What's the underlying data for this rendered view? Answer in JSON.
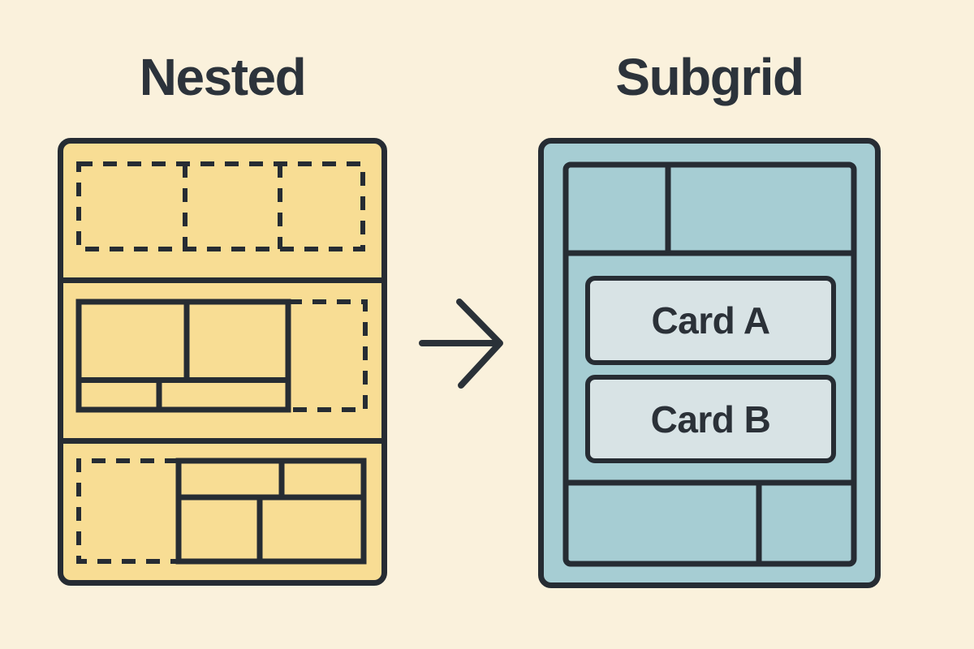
{
  "diagram": {
    "kind": "css-grid-comparison",
    "arrow_direction": "right",
    "colors": {
      "background": "#faf1dc",
      "outline": "#262c33",
      "text": "#2c333b",
      "nested_panel_fill": "#f8dd94",
      "subgrid_panel_fill": "#a6cdd3",
      "card_fill": "#d8e3e5"
    }
  },
  "nested_panel": {
    "title": "Nested",
    "rows": 3,
    "row_1": "one dashed track rectangle split into 3 dashed cells",
    "row_2": "solid 2x2 grid (left) plus dashed empty cell (right)",
    "row_3": "dashed empty cell (left) plus solid 2x2 grid (right)"
  },
  "subgrid_panel": {
    "title": "Subgrid",
    "rows": 3,
    "row_1": "two solid cells, narrow left / wide right",
    "row_3": "two solid cells, wide left / narrow right",
    "cards": [
      {
        "label": "Card A"
      },
      {
        "label": "Card B"
      }
    ]
  }
}
